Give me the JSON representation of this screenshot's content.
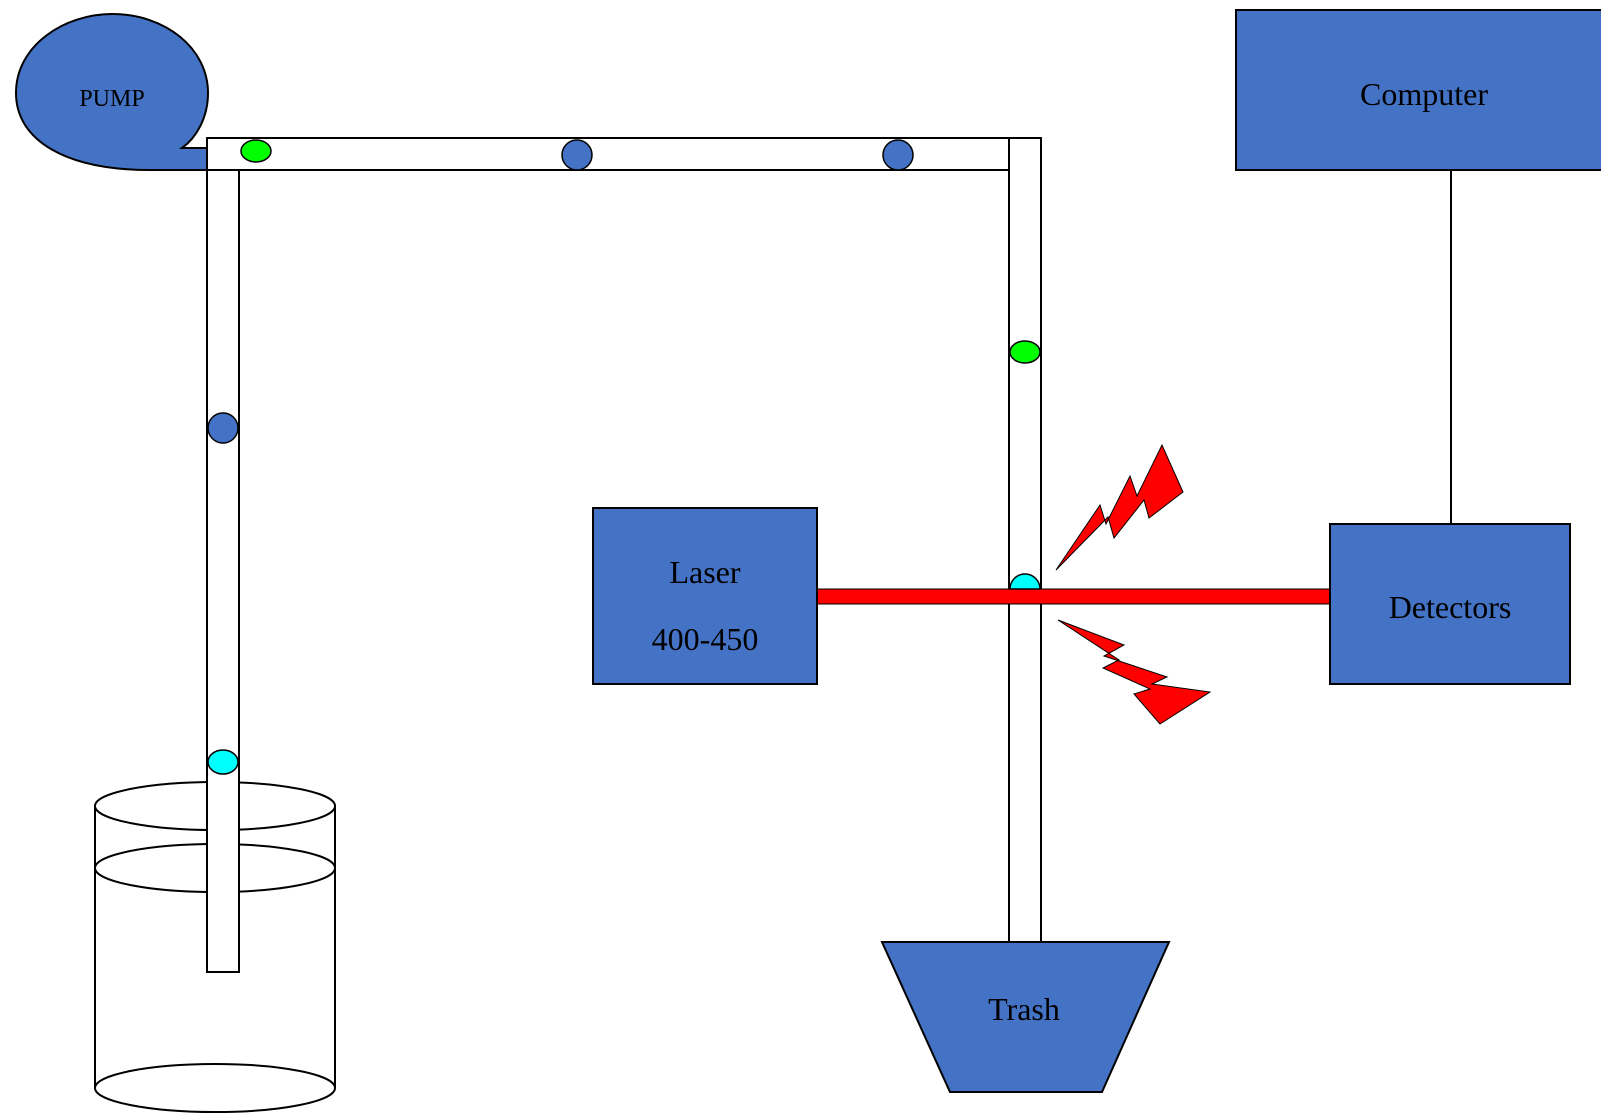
{
  "colors": {
    "box_fill": "#4472c4",
    "tube_fill": "#ffffff",
    "outline": "#000000",
    "laser_beam": "#ff0000",
    "cell_blue": "#4472c4",
    "cell_green": "#00ff00",
    "cell_cyan": "#00ffff",
    "flash": "#ff0000"
  },
  "labels": {
    "pump": "PUMP",
    "computer": "Computer",
    "laser_line1": "Laser",
    "laser_line2": "400-450",
    "detectors": "Detectors",
    "trash": "Trash"
  },
  "icons": {
    "flash_upper": "lightning-bolt-icon",
    "flash_lower": "lightning-bolt-icon"
  }
}
